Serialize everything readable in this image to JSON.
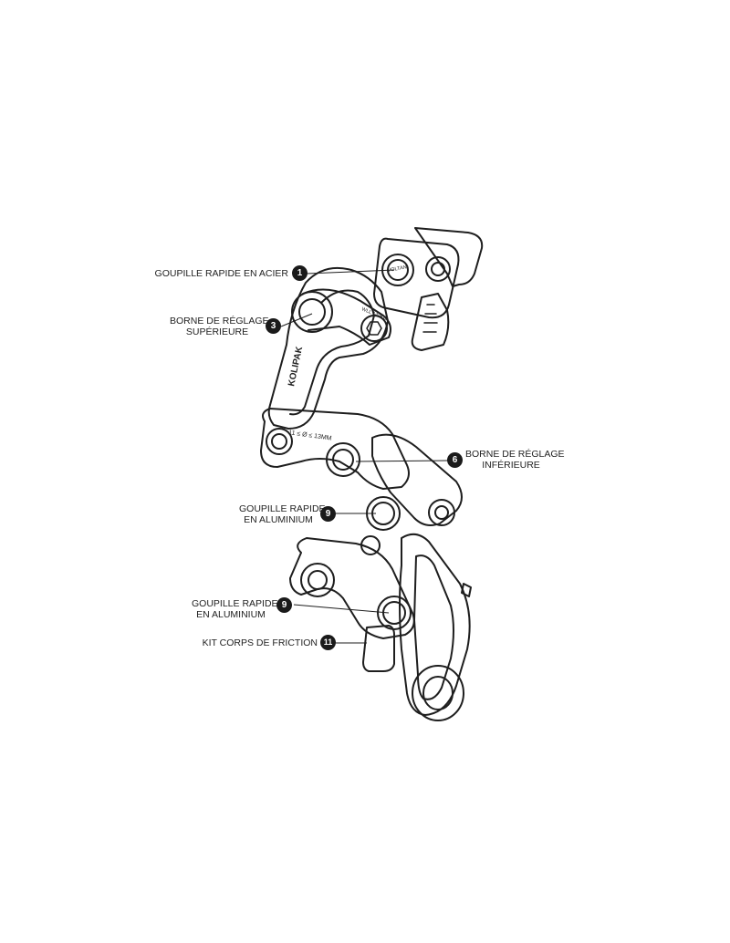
{
  "callouts": [
    {
      "id": "c1",
      "number": "1",
      "lines": [
        "GOUPILLE RAPIDE EN ACIER"
      ]
    },
    {
      "id": "c3",
      "number": "3",
      "lines": [
        "BORNE DE RÉGLAGE",
        "SUPÉRIEURE"
      ]
    },
    {
      "id": "c6",
      "number": "6",
      "lines": [
        "BORNE DE RÉGLAGE",
        "INFÉRIEURE"
      ]
    },
    {
      "id": "c9a",
      "number": "9",
      "lines": [
        "GOUPILLE RAPIDE",
        "EN ALUMINIUM"
      ]
    },
    {
      "id": "c9b",
      "number": "9",
      "lines": [
        "GOUPILLE RAPIDE",
        "EN ALUMINIUM"
      ]
    },
    {
      "id": "c11",
      "number": "11",
      "lines": [
        "KIT CORPS DE FRICTION"
      ]
    }
  ],
  "engravings": {
    "side_logo": "KOLIPAK",
    "gate_range": "11 ≤ Ø ≤ 13MM",
    "wll": "WLL 140KG",
    "brand": "VOLTAN"
  },
  "colors": {
    "stroke": "#1e1e1e",
    "marker": "#1a1a1a",
    "text": "#222222"
  }
}
